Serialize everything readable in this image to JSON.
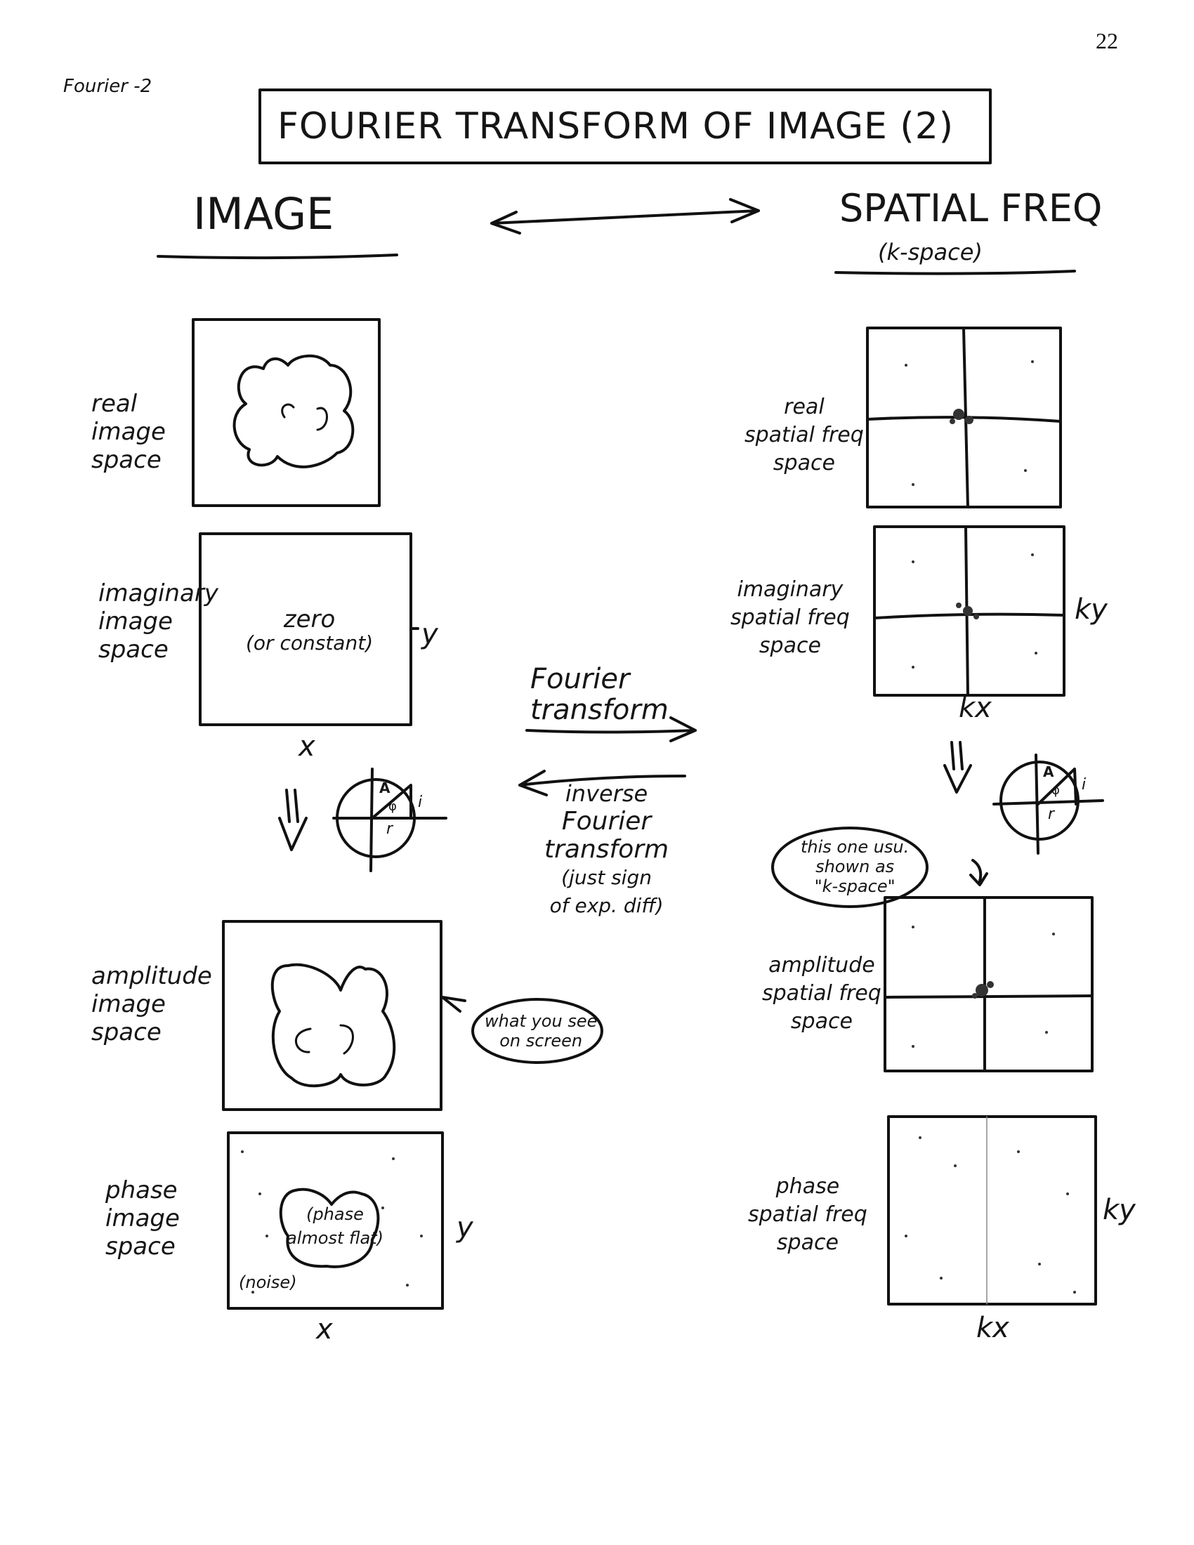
{
  "page_number": "22",
  "header_tag": "Fourier -2",
  "title": "FOURIER TRANSFORM OF IMAGE (2)",
  "left_heading": "IMAGE",
  "right_heading": "SPATIAL FREQ",
  "right_subheading": "(k-space)",
  "left_labels": {
    "real": [
      "real",
      "image",
      "space"
    ],
    "imaginary": [
      "imaginary",
      "image",
      "space"
    ],
    "amplitude": [
      "amplitude",
      "image",
      "space"
    ],
    "phase": [
      "phase",
      "image",
      "space"
    ]
  },
  "right_labels": {
    "real": [
      "real",
      "spatial freq",
      "space"
    ],
    "imaginary": [
      "imaginary",
      "spatial freq",
      "space"
    ],
    "amplitude": [
      "amplitude",
      "spatial freq",
      "space"
    ],
    "phase": [
      "phase",
      "spatial freq",
      "space"
    ]
  },
  "imaginary_box_text": [
    "zero",
    "(or constant)"
  ],
  "phase_box_text": [
    "(phase",
    "almost flat)"
  ],
  "noise_text": "(noise)",
  "axes": {
    "x": "x",
    "y": "y",
    "kx": "kx",
    "ky": "ky"
  },
  "forward_label": [
    "Fourier",
    "transform"
  ],
  "inverse_label": [
    "inverse",
    "Fourier",
    "transform",
    "(just sign",
    "of exp. diff)"
  ],
  "callout_screen": [
    "what you see",
    "on screen"
  ],
  "callout_kspace": [
    "this one usu.",
    "shown as",
    "\"k-space\""
  ],
  "phasor_labels": {
    "amplitude": "A",
    "phase": "φ",
    "real": "r",
    "imag": "i"
  }
}
